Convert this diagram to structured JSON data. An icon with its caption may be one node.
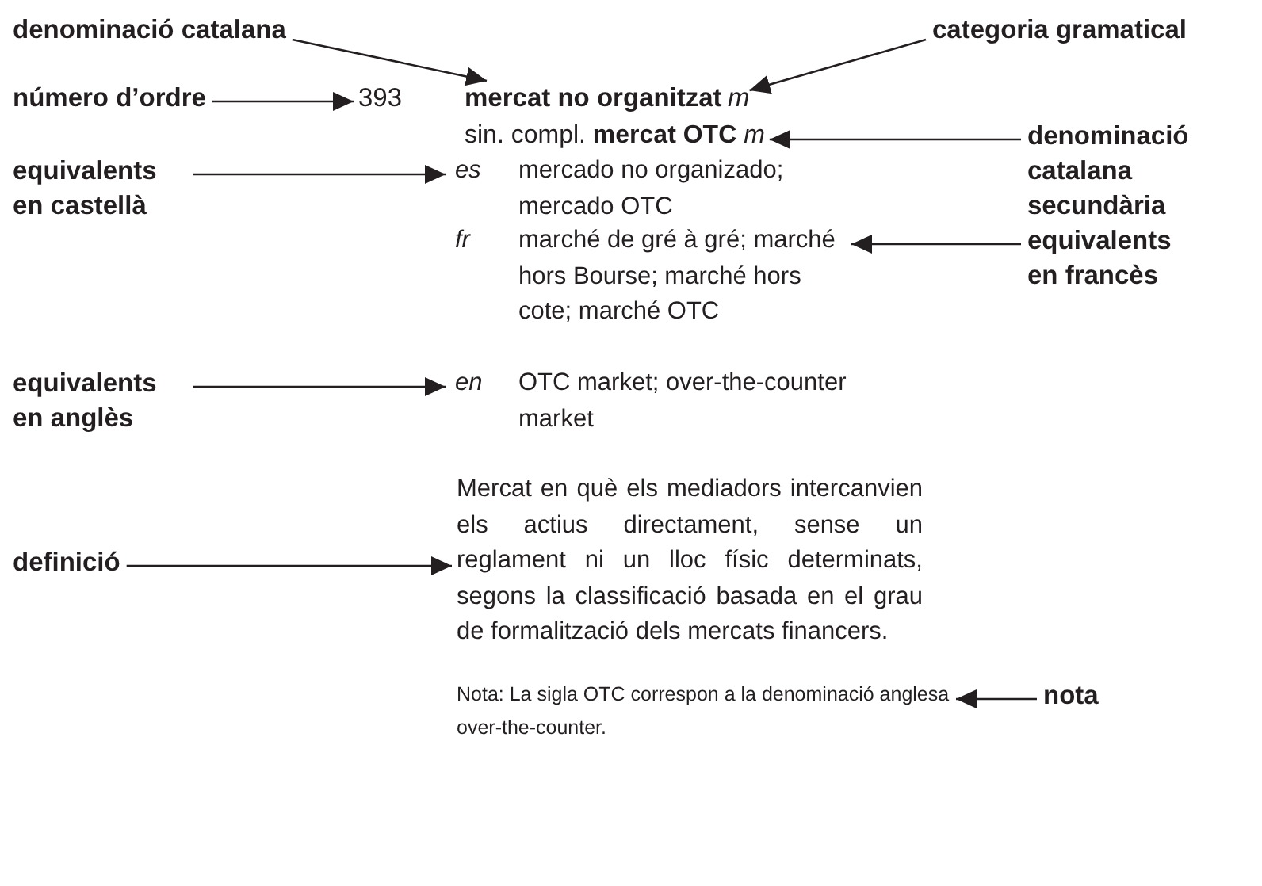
{
  "diagram": {
    "nodes": [
      {
        "text": [
          "denominació catalana"
        ]
      },
      {
        "text": [
          "categoria gramatical"
        ]
      },
      {
        "text": [
          "número d’ordre"
        ]
      },
      {
        "text": [
          "393"
        ]
      },
      {
        "text": [
          "mercat no organitzat"
        ]
      },
      {
        "text": [
          "m"
        ]
      },
      {
        "text": [
          "sin. compl. **mercat OTC** *m*"
        ]
      },
      {
        "text": [
          "denominació catalana secundària"
        ]
      },
      {
        "text": [
          "equivalents en castellà"
        ]
      },
      {
        "text": [
          "es",
          "mercado no organizado; mercado OTC"
        ]
      },
      {
        "text": [
          "fr",
          "marché de gré à gré; marché hors Bourse; marché hors cote; marché OTC"
        ]
      },
      {
        "text": [
          "equivalents en francès"
        ]
      },
      {
        "text": [
          "equivalents en anglès"
        ]
      },
      {
        "text": [
          "en",
          "OTC market; over-the-counter market"
        ]
      },
      {
        "text": [
          "definició"
        ]
      },
      {
        "text": [
          "Mercat en què els mediadors intercanvien els actius directament, sense un reglament ni un lloc físic determinats, segons la classificació basada en el grau de formalització dels mercats financers."
        ]
      },
      {
        "text": [
          "Nota: La sigla OTC correspon a la denominació anglesa over-the-counter."
        ]
      },
      {
        "text": [
          "nota"
        ]
      }
    ],
    "edges": [
      {
        "from": 0,
        "to": 4,
        "arrow": "to"
      },
      {
        "from": 1,
        "to": 5,
        "arrow": "to"
      },
      {
        "from": 2,
        "to": 3,
        "arrow": "to"
      },
      {
        "from": 7,
        "to": 6,
        "arrow": "to"
      },
      {
        "from": 8,
        "to": 9,
        "arrow": "to"
      },
      {
        "from": 11,
        "to": 10,
        "arrow": "to"
      },
      {
        "from": 12,
        "to": 13,
        "arrow": "to"
      },
      {
        "from": 14,
        "to": 15,
        "arrow": "to"
      },
      {
        "from": 17,
        "to": 16,
        "arrow": "to"
      }
    ]
  }
}
